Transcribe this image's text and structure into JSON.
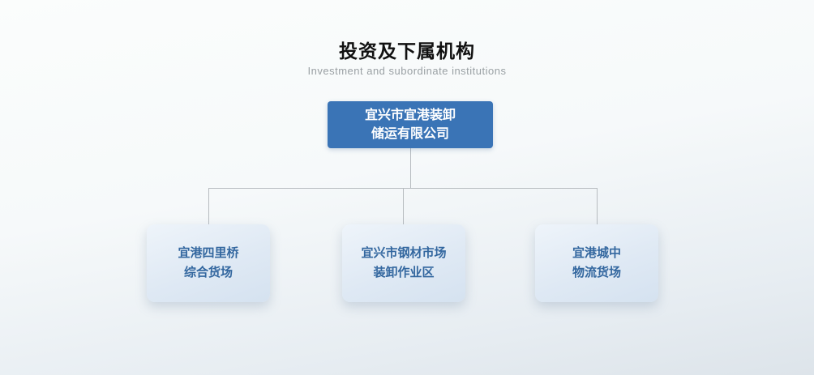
{
  "header": {
    "title": "投资及下属机构",
    "subtitle": "Investment and subordinate institutions"
  },
  "org": {
    "root": {
      "line1": "宜兴市宜港装卸",
      "line2": "储运有限公司"
    },
    "children": [
      {
        "line1": "宜港四里桥",
        "line2": "综合货场"
      },
      {
        "line1": "宜兴市钢材市场",
        "line2": "装卸作业区"
      },
      {
        "line1": "宜港城中",
        "line2": "物流货场"
      }
    ]
  },
  "colors": {
    "root_node_bg": "#3a74b6",
    "root_node_text": "#ffffff",
    "child_node_bg": "#dfe9f4",
    "child_node_text": "#33679f",
    "connector_line": "#b7bcc0",
    "title_text": "#111111",
    "subtitle_text": "#9aa0a4"
  }
}
